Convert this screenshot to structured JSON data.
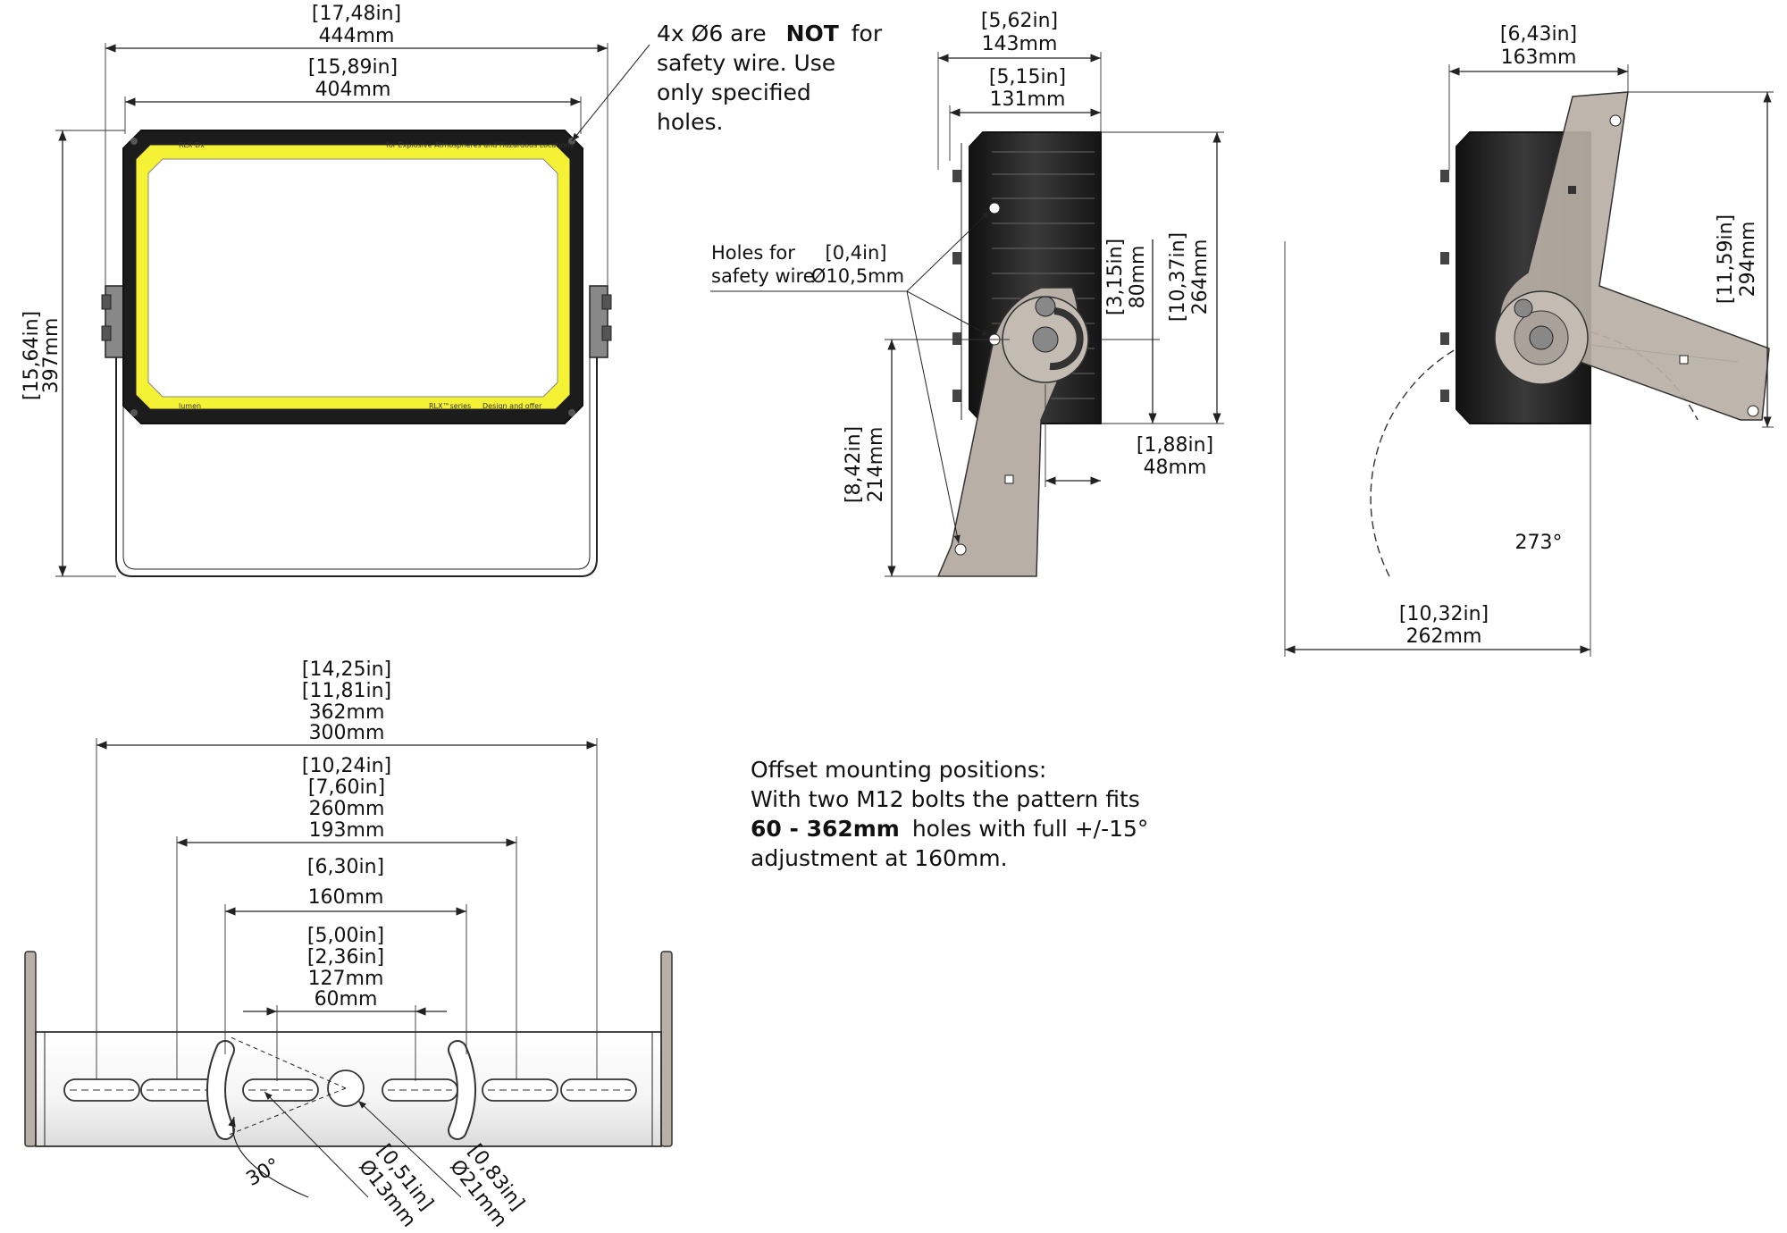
{
  "front_view": {
    "overall_width": {
      "in": "[17,48in]",
      "mm": "444mm"
    },
    "inner_width": {
      "in": "[15,89in]",
      "mm": "404mm"
    },
    "height": {
      "in": "[15,64in]",
      "mm": "397mm"
    },
    "note": {
      "line1_pre": "4x Ø6 are",
      "line1_bold": "NOT",
      "line1_post": "for",
      "line2": "safety wire. Use",
      "line3": "only specified",
      "line4": "holes."
    },
    "product_label": "RLX Dx",
    "product_tagline": "for Explosive Atmospheres and Hazardous Locations",
    "brand_label": "lumen",
    "series_label": "RLX™series",
    "series_tagline": "Design and offer"
  },
  "side_view": {
    "overall_depth": {
      "in": "[5,62in]",
      "mm": "143mm"
    },
    "body_depth": {
      "in": "[5,15in]",
      "mm": "131mm"
    },
    "pivot_offset": {
      "in": "[3,15in]",
      "mm": "80mm"
    },
    "body_height": {
      "in": "[10,37in]",
      "mm": "264mm"
    },
    "pivot_height": {
      "in": "[8,42in]",
      "mm": "214mm"
    },
    "bracket_offset": {
      "in": "[1,88in]",
      "mm": "48mm"
    },
    "holes_label_line1": "Holes for",
    "holes_label_line2": "safety wire",
    "hole_diameter": {
      "in": "[0,4in]",
      "mm": "Ø10,5mm"
    }
  },
  "tilt_view": {
    "top_width": {
      "in": "[6,43in]",
      "mm": "163mm"
    },
    "height": {
      "in": "[11,59in]",
      "mm": "294mm"
    },
    "swing_diameter": {
      "in": "[10,32in]",
      "mm": "262mm"
    },
    "angle": "273°"
  },
  "bracket_view": {
    "span_outer": {
      "in1": "[14,25in]",
      "in2": "[11,81in]",
      "mm1": "362mm",
      "mm2": "300mm"
    },
    "span_mid": {
      "in1": "[10,24in]",
      "in2": "[7,60in]",
      "mm1": "260mm",
      "mm2": "193mm"
    },
    "span_center": {
      "in": "[6,30in]",
      "mm": "160mm"
    },
    "span_inner": {
      "in1": "[5,00in]",
      "in2": "[2,36in]",
      "mm1": "127mm",
      "mm2": "60mm"
    },
    "angle": "30°",
    "slot_hole": {
      "in": "[0,51in]",
      "mm": "Ø13mm"
    },
    "center_hole": {
      "in": "[0,83in]",
      "mm": "Ø21mm"
    }
  },
  "offset_note": {
    "line1": "Offset mounting positions:",
    "line2": "With two M12 bolts the pattern fits",
    "line3_bold": "60 - 362mm",
    "line3_rest": "holes with full +/-15°",
    "line4": "adjustment at 160mm."
  },
  "colors": {
    "lens_yellow": "#f5f235",
    "housing_black": "#1c1c1c",
    "bracket_taupe": "#b8b0a6",
    "line": "#222222"
  }
}
